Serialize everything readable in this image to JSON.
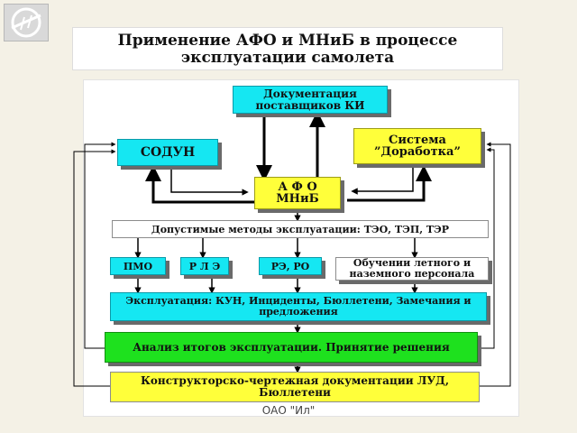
{
  "title": {
    "line1": "Применение АФО и МНиБ в процессе",
    "line2": "эксплуатации самолета"
  },
  "boxes": {
    "documentation": "Документация поставщиков КИ",
    "sodun": "СОДУН",
    "system": "Система ”Доработка”",
    "afo": "А Ф О МНиБ",
    "methods": "Допустимые методы эксплуатации: ТЭО, ТЭП, ТЭР",
    "pmo": "ПМО",
    "rle": "Р Л Э",
    "re_ro": "РЭ, РО",
    "training": "Обучении летного и наземного персонала",
    "operation": "Эксплуатация: КУН, Инциденты, Бюллетени, Замечания и предложения",
    "analysis": "Анализ итогов эксплуатации. Принятие решения",
    "design": "Конструкторско-чертежная документации ЛУД, Бюллетени"
  },
  "footer": "ОАО \"Ил\"",
  "colors": {
    "cyan": "#15e7f2",
    "yellow": "#ffff3a",
    "green": "#1ee11e"
  },
  "logo_icon": "ilyushin-logo-icon"
}
